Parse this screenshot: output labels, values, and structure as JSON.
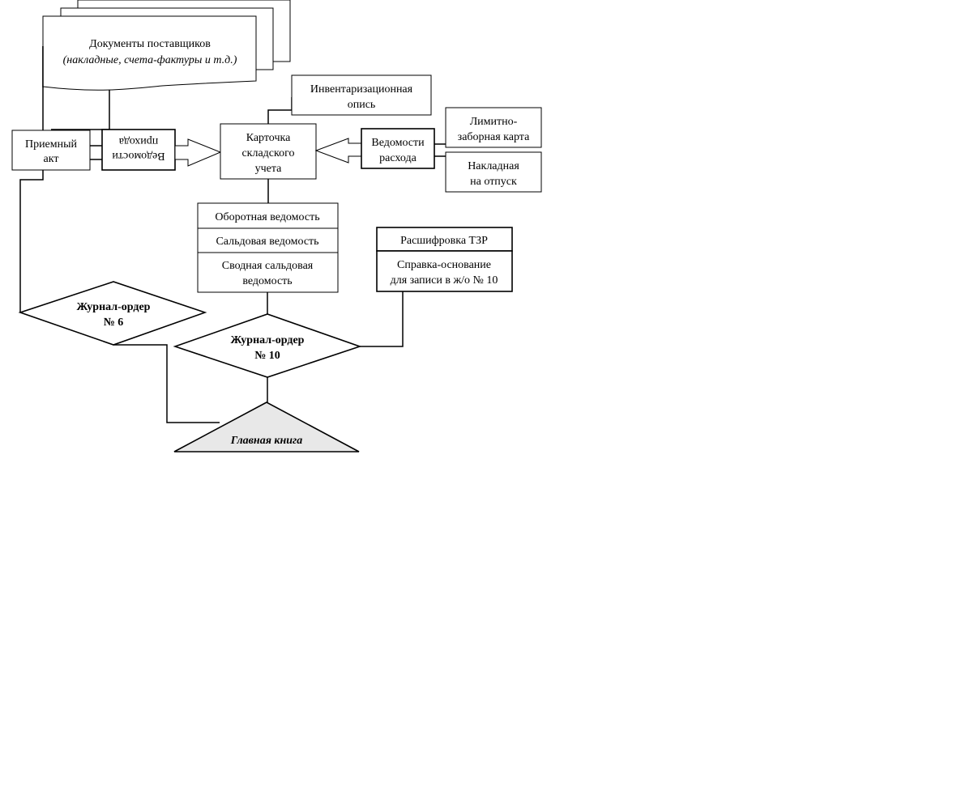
{
  "supplier_docs": {
    "title": "Документы поставщиков",
    "subtitle": "(накладные, счета-фактуры и т.д.)"
  },
  "receipt_act": {
    "line1": "Приемный",
    "line2": "акт"
  },
  "income_sheets": {
    "line1": "Ведомости",
    "line2": "прихода"
  },
  "stock_card": {
    "line1": "Карточка",
    "line2": "складского",
    "line3": "учета"
  },
  "inventory": {
    "line1": "Инвентаризационная",
    "line2": "опись"
  },
  "expense_sheets": {
    "line1": "Ведомости",
    "line2": "расхода"
  },
  "limit_card": {
    "line1": "Лимитно-",
    "line2": "заборная карта"
  },
  "issue_invoice": {
    "line1": "Накладная",
    "line2": "на отпуск"
  },
  "turnover_stack": {
    "item1": "Оборотная ведомость",
    "item2": "Сальдовая ведомость",
    "item3_line1": "Сводная сальдовая",
    "item3_line2": "ведомость"
  },
  "tzr_stack": {
    "item1": "Расшифровка ТЗР",
    "item2_line1": "Справка-основание",
    "item2_line2": "для записи в ж/о № 10"
  },
  "journal6": {
    "line1": "Журнал-ордер",
    "line2": "№ 6"
  },
  "journal10": {
    "line1": "Журнал-ордер",
    "line2": "№ 10"
  },
  "general_ledger": {
    "label": "Главная книга",
    "fill": "#e8e8e8"
  }
}
